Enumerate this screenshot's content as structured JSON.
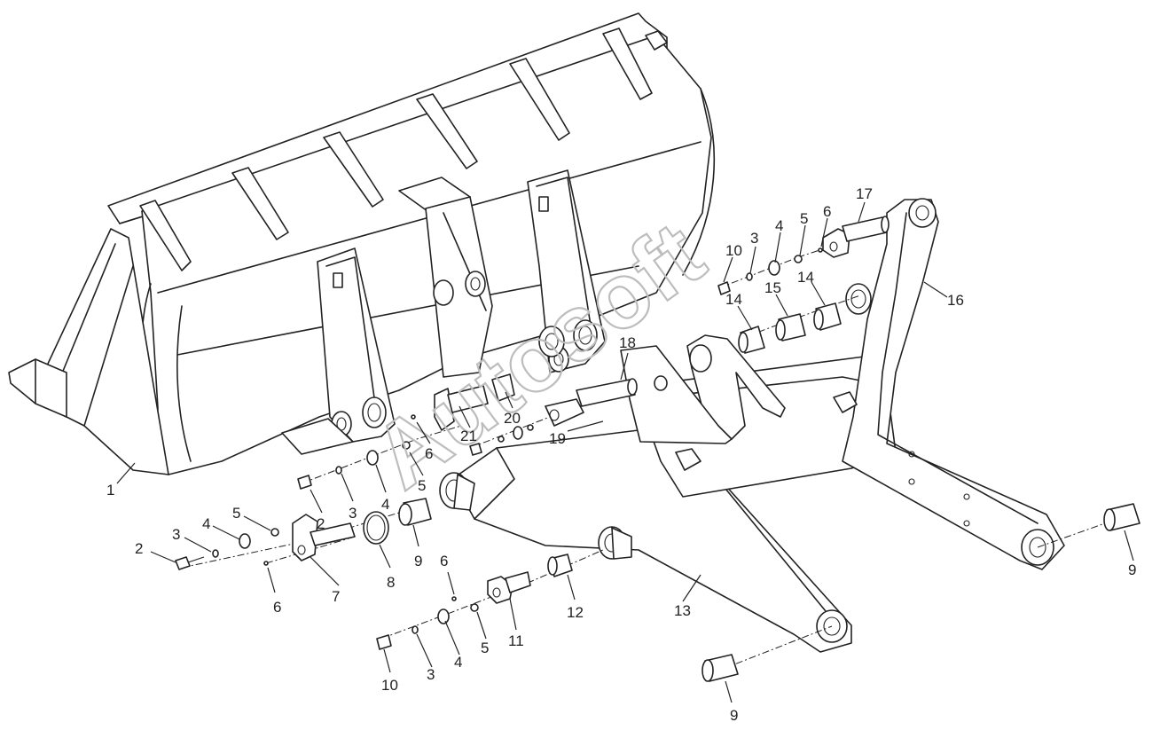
{
  "watermark": "Autosoft",
  "callouts": [
    {
      "id": "c1",
      "label": "1"
    },
    {
      "id": "c2a",
      "label": "2"
    },
    {
      "id": "c3a",
      "label": "3"
    },
    {
      "id": "c4a",
      "label": "4"
    },
    {
      "id": "c5a",
      "label": "5"
    },
    {
      "id": "c6a",
      "label": "6"
    },
    {
      "id": "c7",
      "label": "7"
    },
    {
      "id": "c8",
      "label": "8"
    },
    {
      "id": "c9a",
      "label": "9"
    },
    {
      "id": "c2b",
      "label": "2"
    },
    {
      "id": "c3b",
      "label": "3"
    },
    {
      "id": "c4b",
      "label": "4"
    },
    {
      "id": "c5b",
      "label": "5"
    },
    {
      "id": "c6b",
      "label": "6"
    },
    {
      "id": "c21",
      "label": "21"
    },
    {
      "id": "c20",
      "label": "20"
    },
    {
      "id": "c19",
      "label": "19"
    },
    {
      "id": "c18",
      "label": "18"
    },
    {
      "id": "c6c",
      "label": "6"
    },
    {
      "id": "c11",
      "label": "11"
    },
    {
      "id": "c12",
      "label": "12"
    },
    {
      "id": "c10a",
      "label": "10"
    },
    {
      "id": "c3c",
      "label": "3"
    },
    {
      "id": "c4c",
      "label": "4"
    },
    {
      "id": "c5c",
      "label": "5"
    },
    {
      "id": "c13",
      "label": "13"
    },
    {
      "id": "c9b",
      "label": "9"
    },
    {
      "id": "c9c",
      "label": "9"
    },
    {
      "id": "c10b",
      "label": "10"
    },
    {
      "id": "c3d",
      "label": "3"
    },
    {
      "id": "c4d",
      "label": "4"
    },
    {
      "id": "c5d",
      "label": "5"
    },
    {
      "id": "c6d",
      "label": "6"
    },
    {
      "id": "c17",
      "label": "17"
    },
    {
      "id": "c14a",
      "label": "14"
    },
    {
      "id": "c15",
      "label": "15"
    },
    {
      "id": "c14b",
      "label": "14"
    },
    {
      "id": "c16",
      "label": "16"
    }
  ]
}
